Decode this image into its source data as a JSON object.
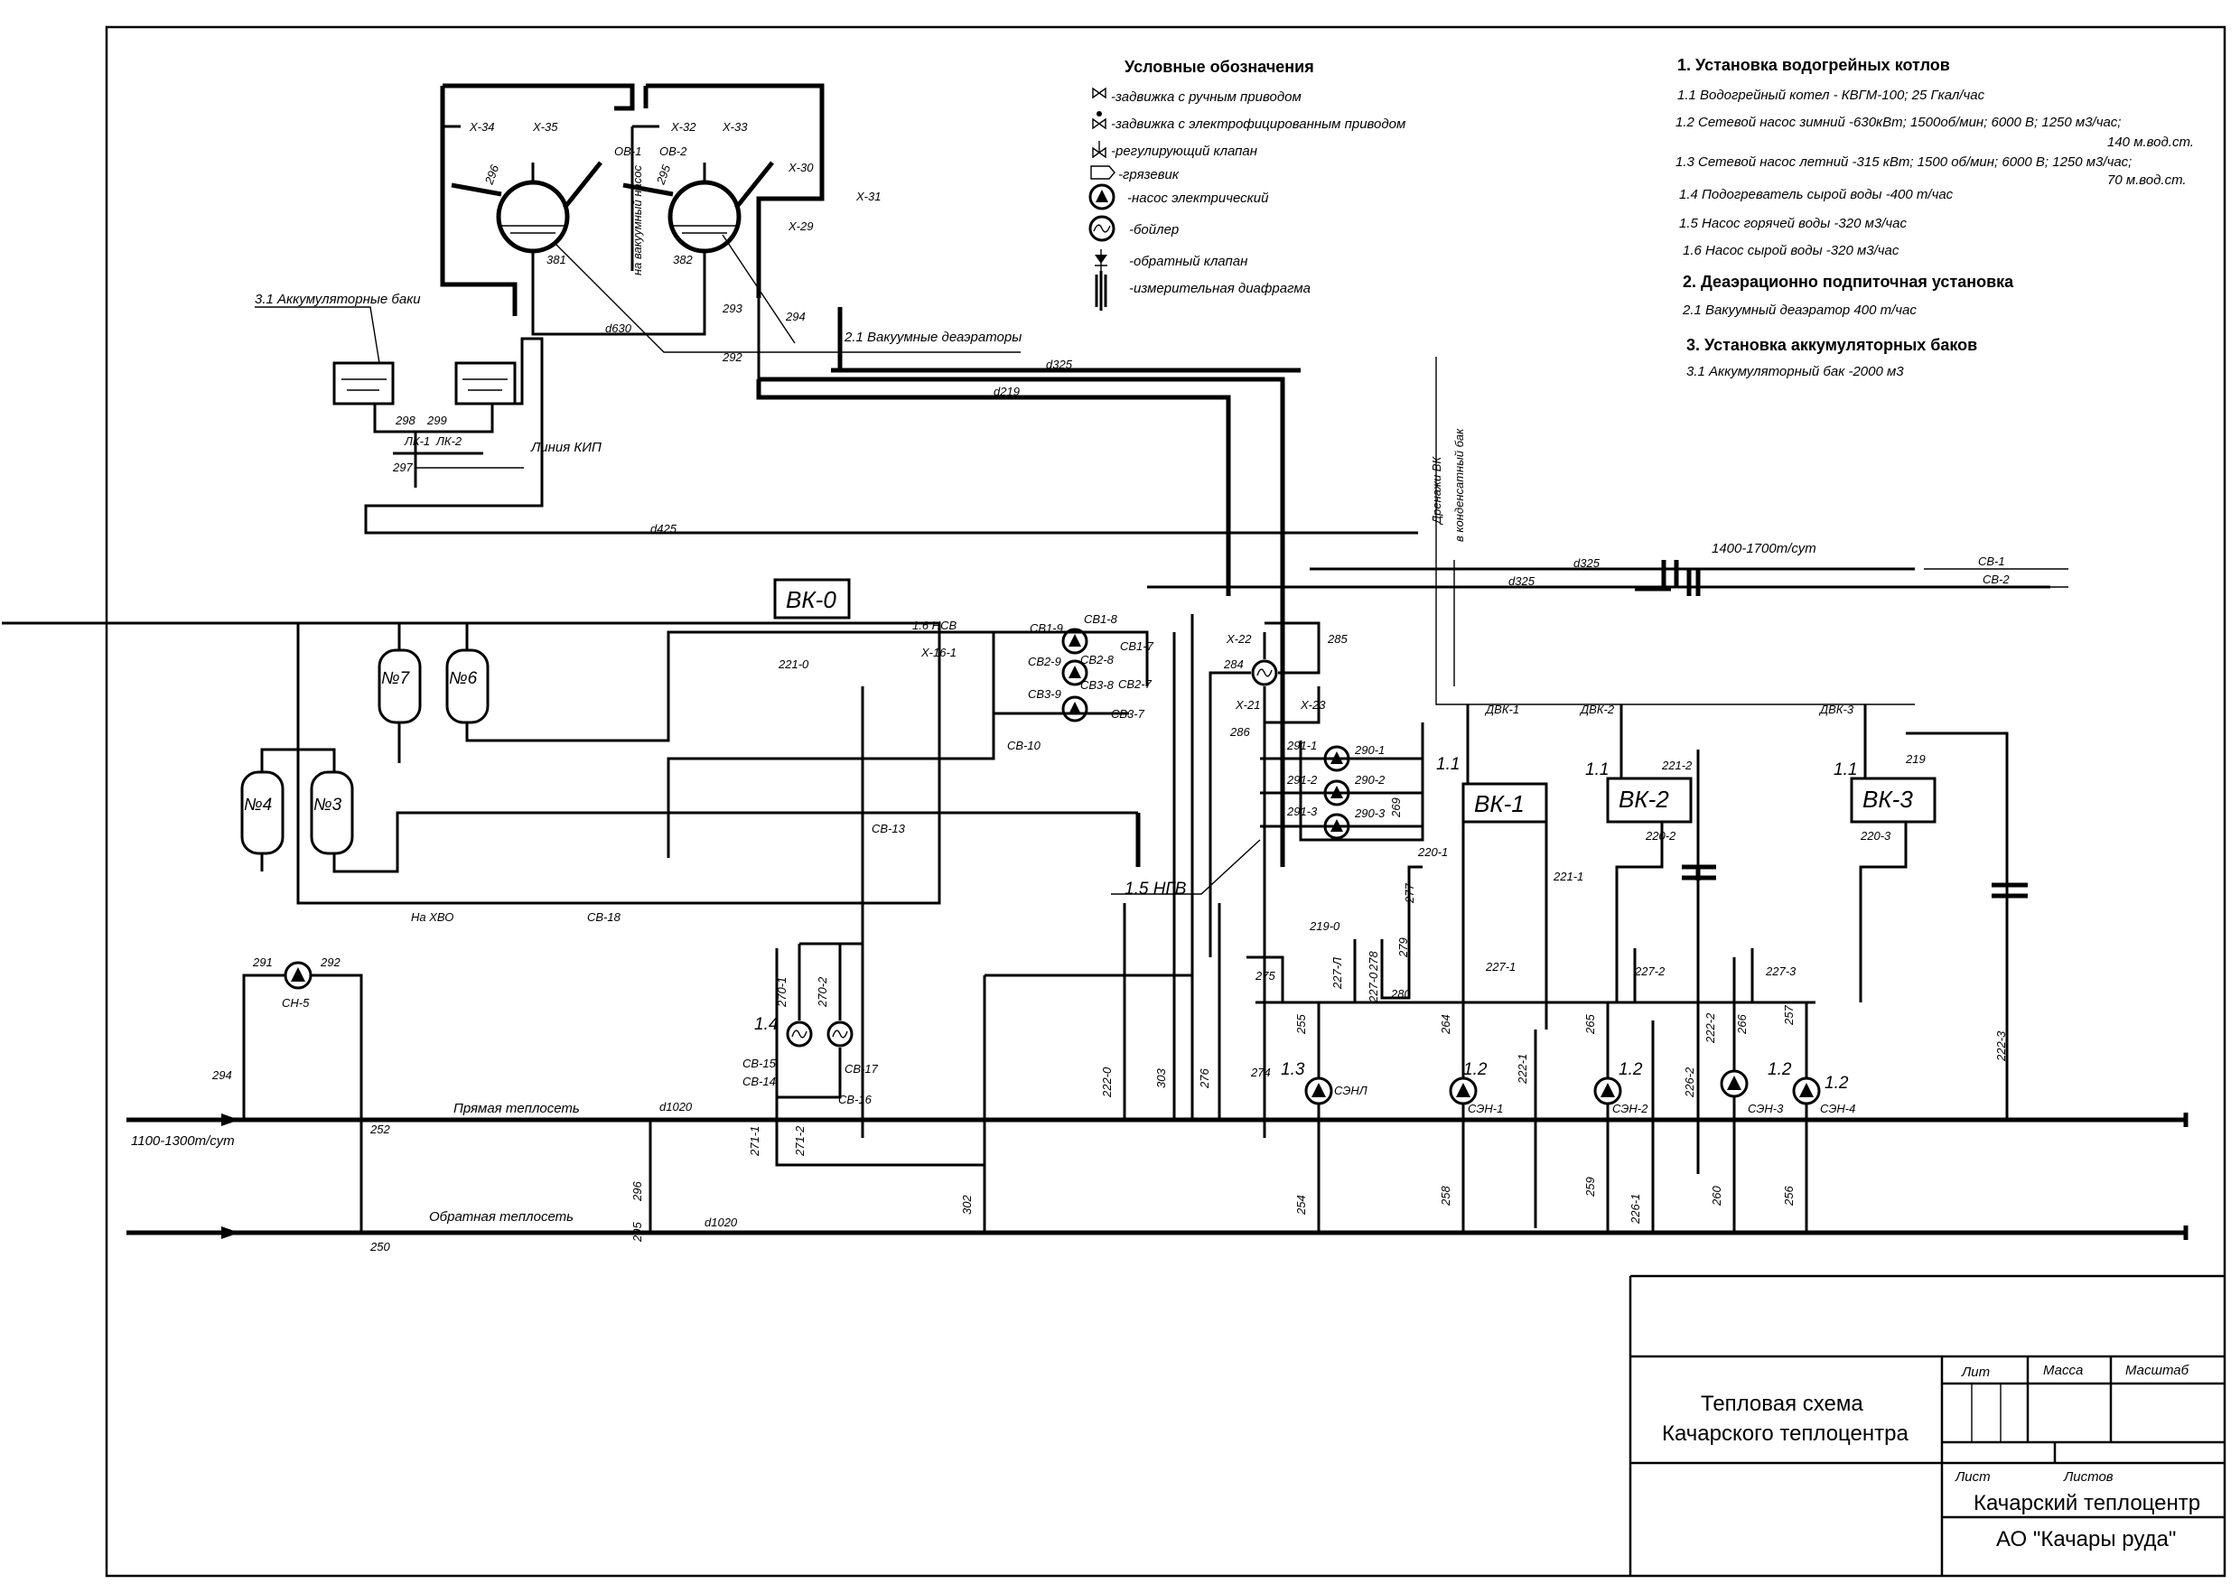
{
  "legend": {
    "title": "Условные обозначения",
    "items": [
      {
        "icon": "manual-valve-icon",
        "text": "-задвижка с ручным приводом"
      },
      {
        "icon": "electric-valve-icon",
        "text": "-задвижка с электрофицированным приводом"
      },
      {
        "icon": "control-valve-icon",
        "text": "-регулирующий клапан"
      },
      {
        "icon": "strainer-icon",
        "text": "-грязевик"
      },
      {
        "icon": "pump-icon",
        "text": "-насос электрический"
      },
      {
        "icon": "boiler-icon",
        "text": "-бойлер"
      },
      {
        "icon": "check-valve-icon",
        "text": "-обратный клапан"
      },
      {
        "icon": "orifice-icon",
        "text": "-измерительная диафрагма"
      }
    ]
  },
  "spec": {
    "s1_title": "1. Установка водогрейных котлов",
    "s1_1": "1.1 Водогрейный котел - КВГМ-100; 25 Гкал/час",
    "s1_2a": "1.2 Сетевой насос зимний -630кВт; 1500об/мин; 6000 В; 1250 м3/час;",
    "s1_2b": "140 м.вод.ст.",
    "s1_3a": "1.3 Сетевой насос летний -315 кВт; 1500 об/мин; 6000 В; 1250 м3/час;",
    "s1_3b": "70 м.вод.ст.",
    "s1_4": "1.4 Подогреватель сырой воды -400 т/час",
    "s1_5": "1.5 Насос горячей воды -320 м3/час",
    "s1_6": "1.6 Насос сырой воды -320 м3/час",
    "s2_title": "2. Деаэрационно подпиточная установка",
    "s2_1": "2.1 Вакуумный деаэратор 400 т/час",
    "s3_title": "3. Установка аккумуляторных баков",
    "s3_1": "3.1 Аккумуляторный бак -2000 м3"
  },
  "scheme": {
    "boilers": [
      "ВК-0",
      "ВК-1",
      "ВК-2",
      "ВК-3"
    ],
    "tanks": [
      "№7",
      "№6",
      "№4",
      "№3"
    ],
    "pumps": [
      "СН-5",
      "СЭНЛ",
      "СЭН-1",
      "СЭН-2",
      "СЭН-3",
      "СЭН-4"
    ],
    "pipes": {
      "d630": "d630",
      "d325a": "d325",
      "d219": "d219",
      "d425": "d425",
      "d325b": "d325",
      "d325c": "d325",
      "d1020a": "d1020",
      "d1020b": "d1020"
    },
    "flow_top": "1400-1700т/сут",
    "flow_left": "1100-1300т/сут",
    "direct_main": "Прямая теплосеть",
    "return_main": "Обратная теплосеть",
    "to_hvo": "На ХВО",
    "kip_line": "Линия КИП",
    "vacuum_pump": "на вакуумный насос",
    "drain_a": "Дренажи ВК",
    "drain_b": "в конденсатный бак",
    "acc_label": "3.1 Аккумуляторные баки",
    "deaer_label": "2.1 Вакуумные деаэраторы",
    "nsv_label": "1.6 НСВ",
    "ngv_label": "1.5 НГВ"
  },
  "stamp": {
    "title_line1": "Тепловая схема",
    "title_line2": "Качарского теплоцентра",
    "lit": "Лит",
    "massa": "Масса",
    "masshtab": "Масштаб",
    "list": "Лист",
    "listov": "Листов",
    "org_line1": "Качарский теплоцентр",
    "org_line2": "АО \"Качары руда\""
  }
}
